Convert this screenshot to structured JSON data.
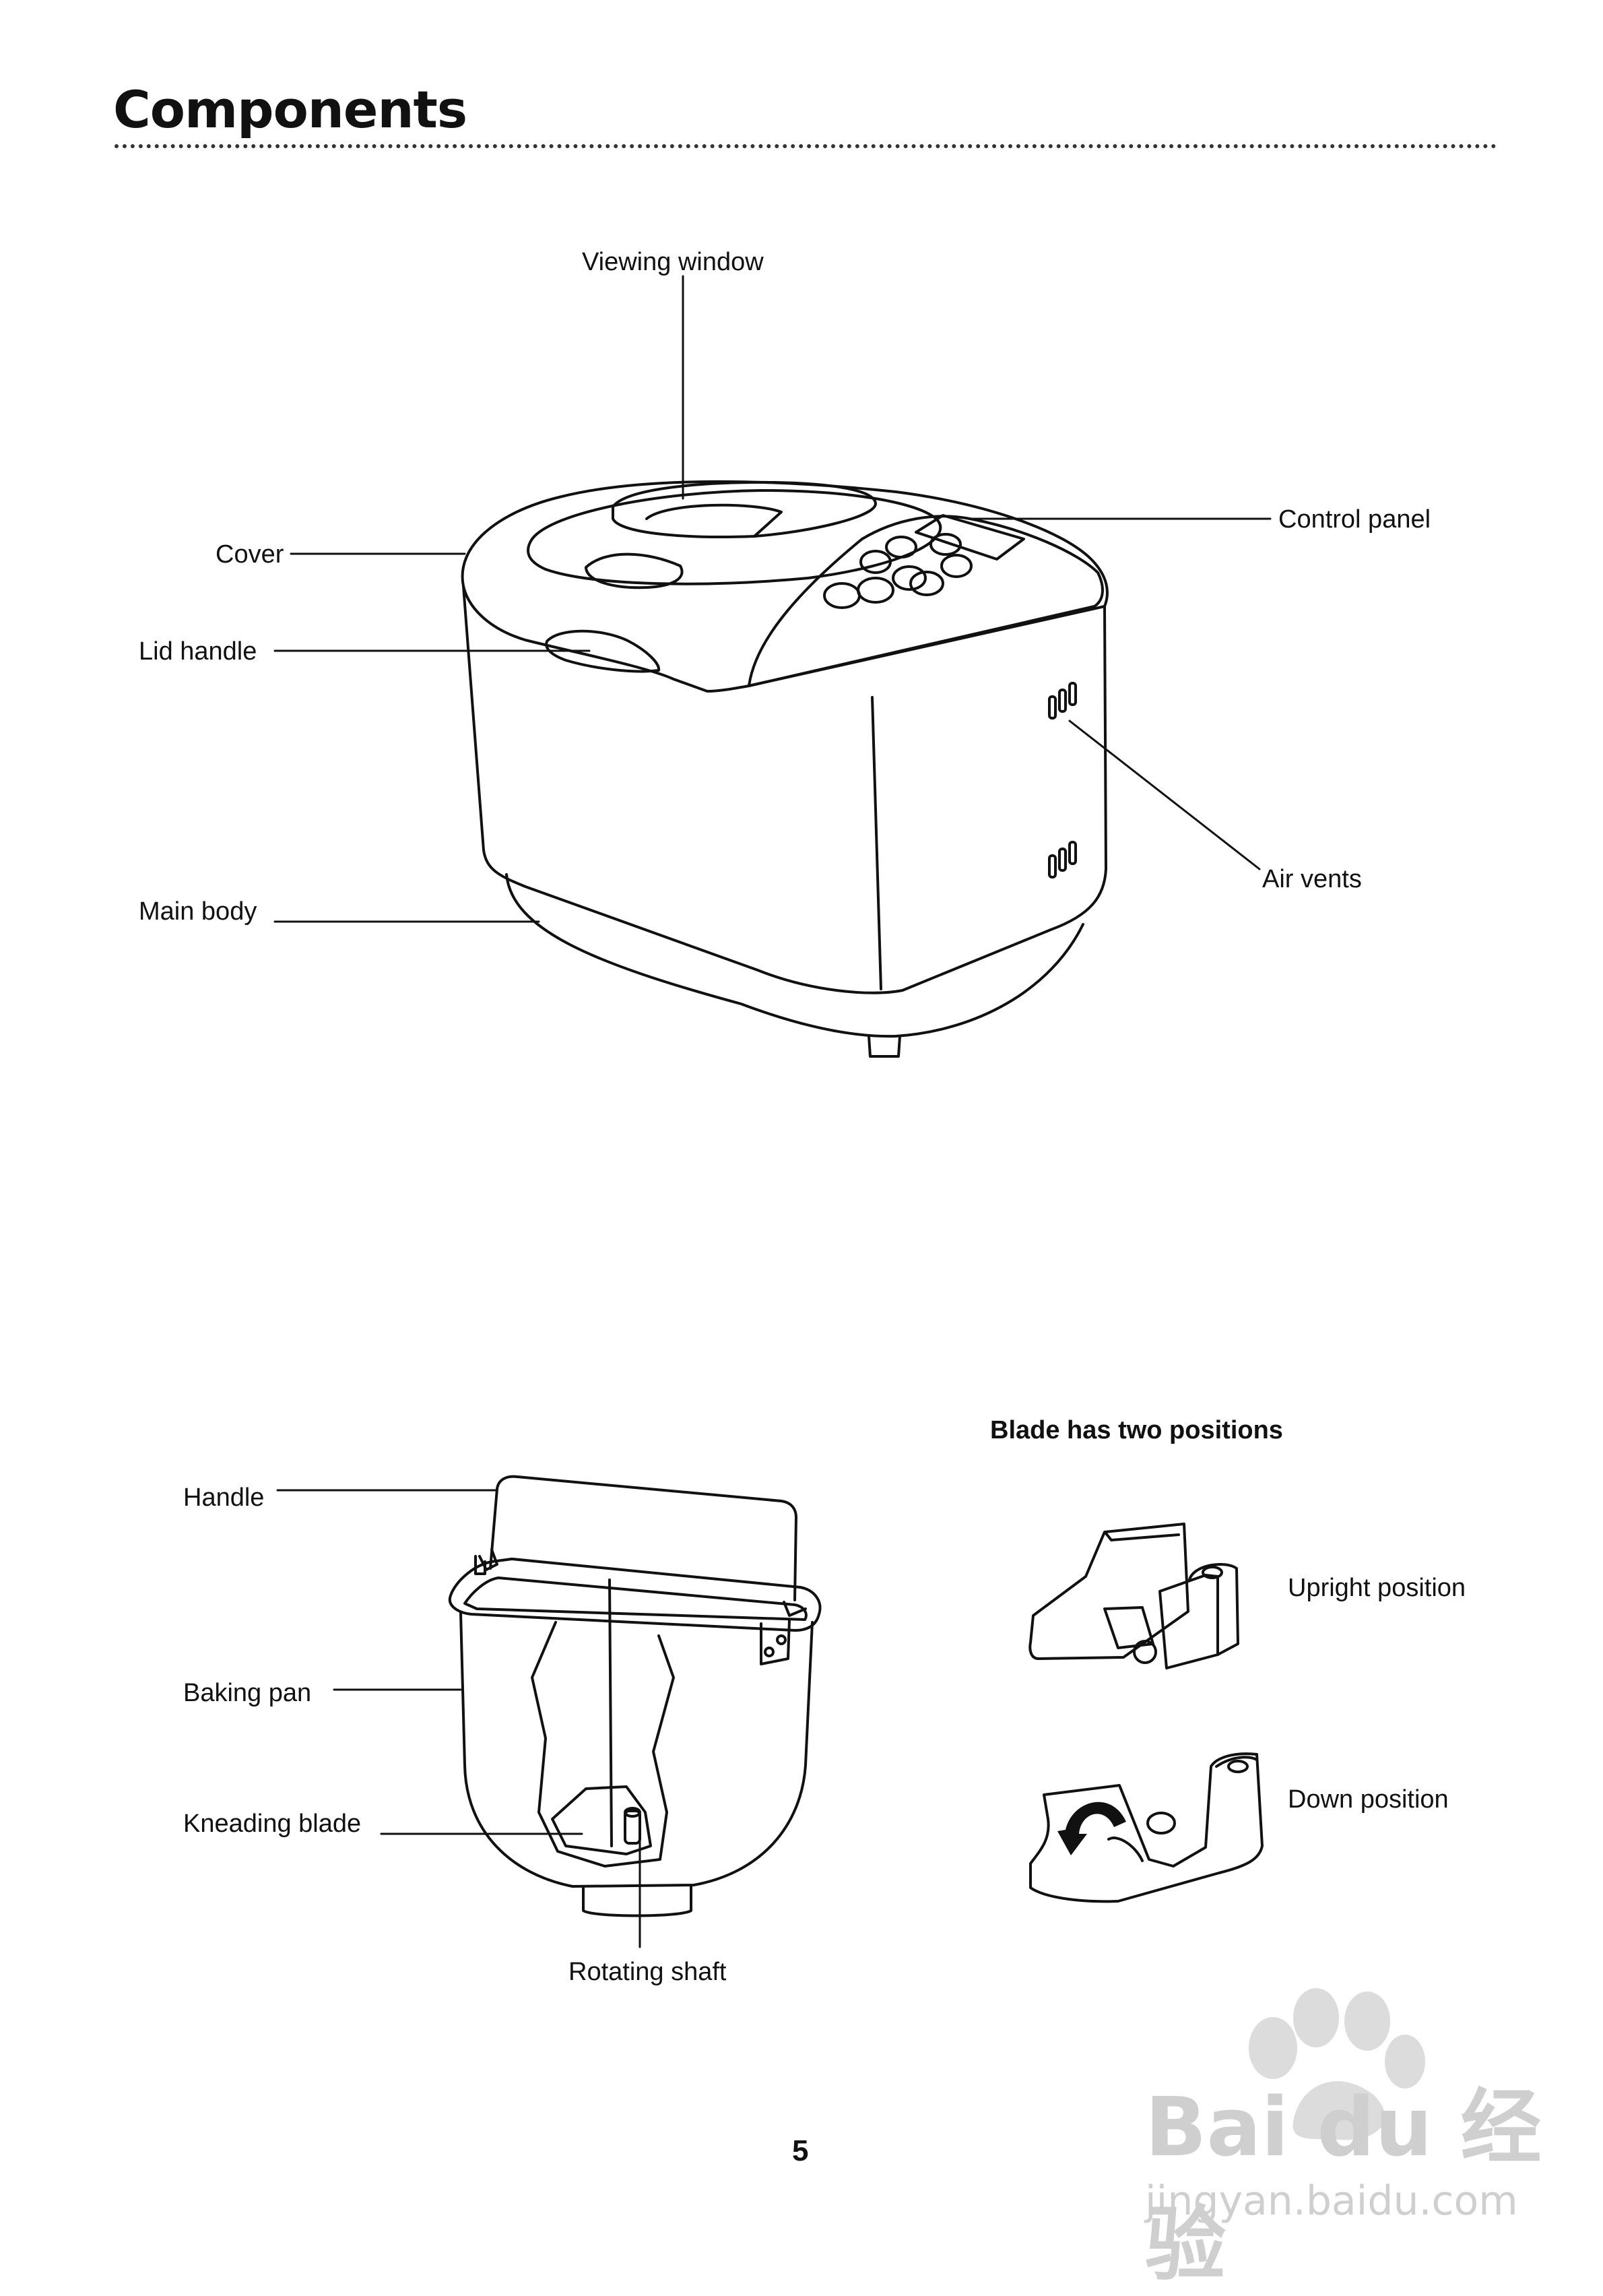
{
  "page": {
    "title": "Components",
    "page_number": "5"
  },
  "machine_labels": {
    "viewing_window": "Viewing window",
    "control_panel": "Control panel",
    "cover": "Cover",
    "lid_handle": "Lid handle",
    "air_vents": "Air vents",
    "main_body": "Main body"
  },
  "pan_labels": {
    "handle": "Handle",
    "baking_pan": "Baking pan",
    "kneading_blade": "Kneading blade",
    "rotating_shaft": "Rotating shaft"
  },
  "blade": {
    "heading": "Blade has two positions",
    "upright": "Upright position",
    "down": "Down position"
  },
  "watermark": {
    "logo": "Bai du 经验",
    "url": "jingyan.baidu.com"
  }
}
